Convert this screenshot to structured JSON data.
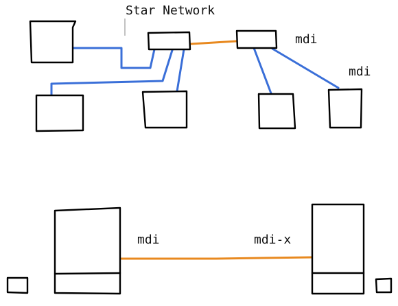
{
  "labels": {
    "title": "Star Network",
    "top_mdi_right": "mdi",
    "top_mdi_far_right": "mdi",
    "bottom_mdi": "mdi",
    "bottom_mdix": "mdi-x"
  },
  "colors": {
    "blue_link": "#3a6fd8",
    "orange_link": "#e8891f",
    "outline": "#000000"
  }
}
